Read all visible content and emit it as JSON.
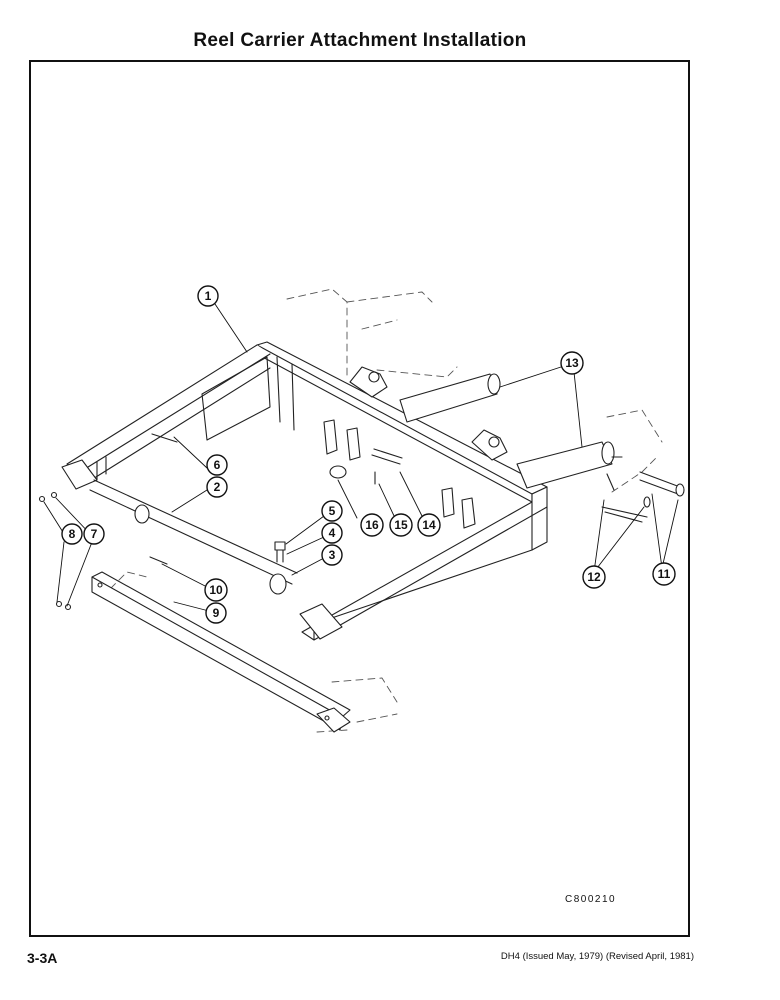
{
  "title": "Reel Carrier Attachment Installation",
  "figure_code": "C800210",
  "page_number": "3-3A",
  "footer_text": "DH4 (Issued May, 1979) (Revised April, 1981)",
  "callouts": [
    "1",
    "2",
    "3",
    "4",
    "5",
    "6",
    "7",
    "8",
    "9",
    "10",
    "11",
    "12",
    "13",
    "14",
    "15",
    "16"
  ]
}
